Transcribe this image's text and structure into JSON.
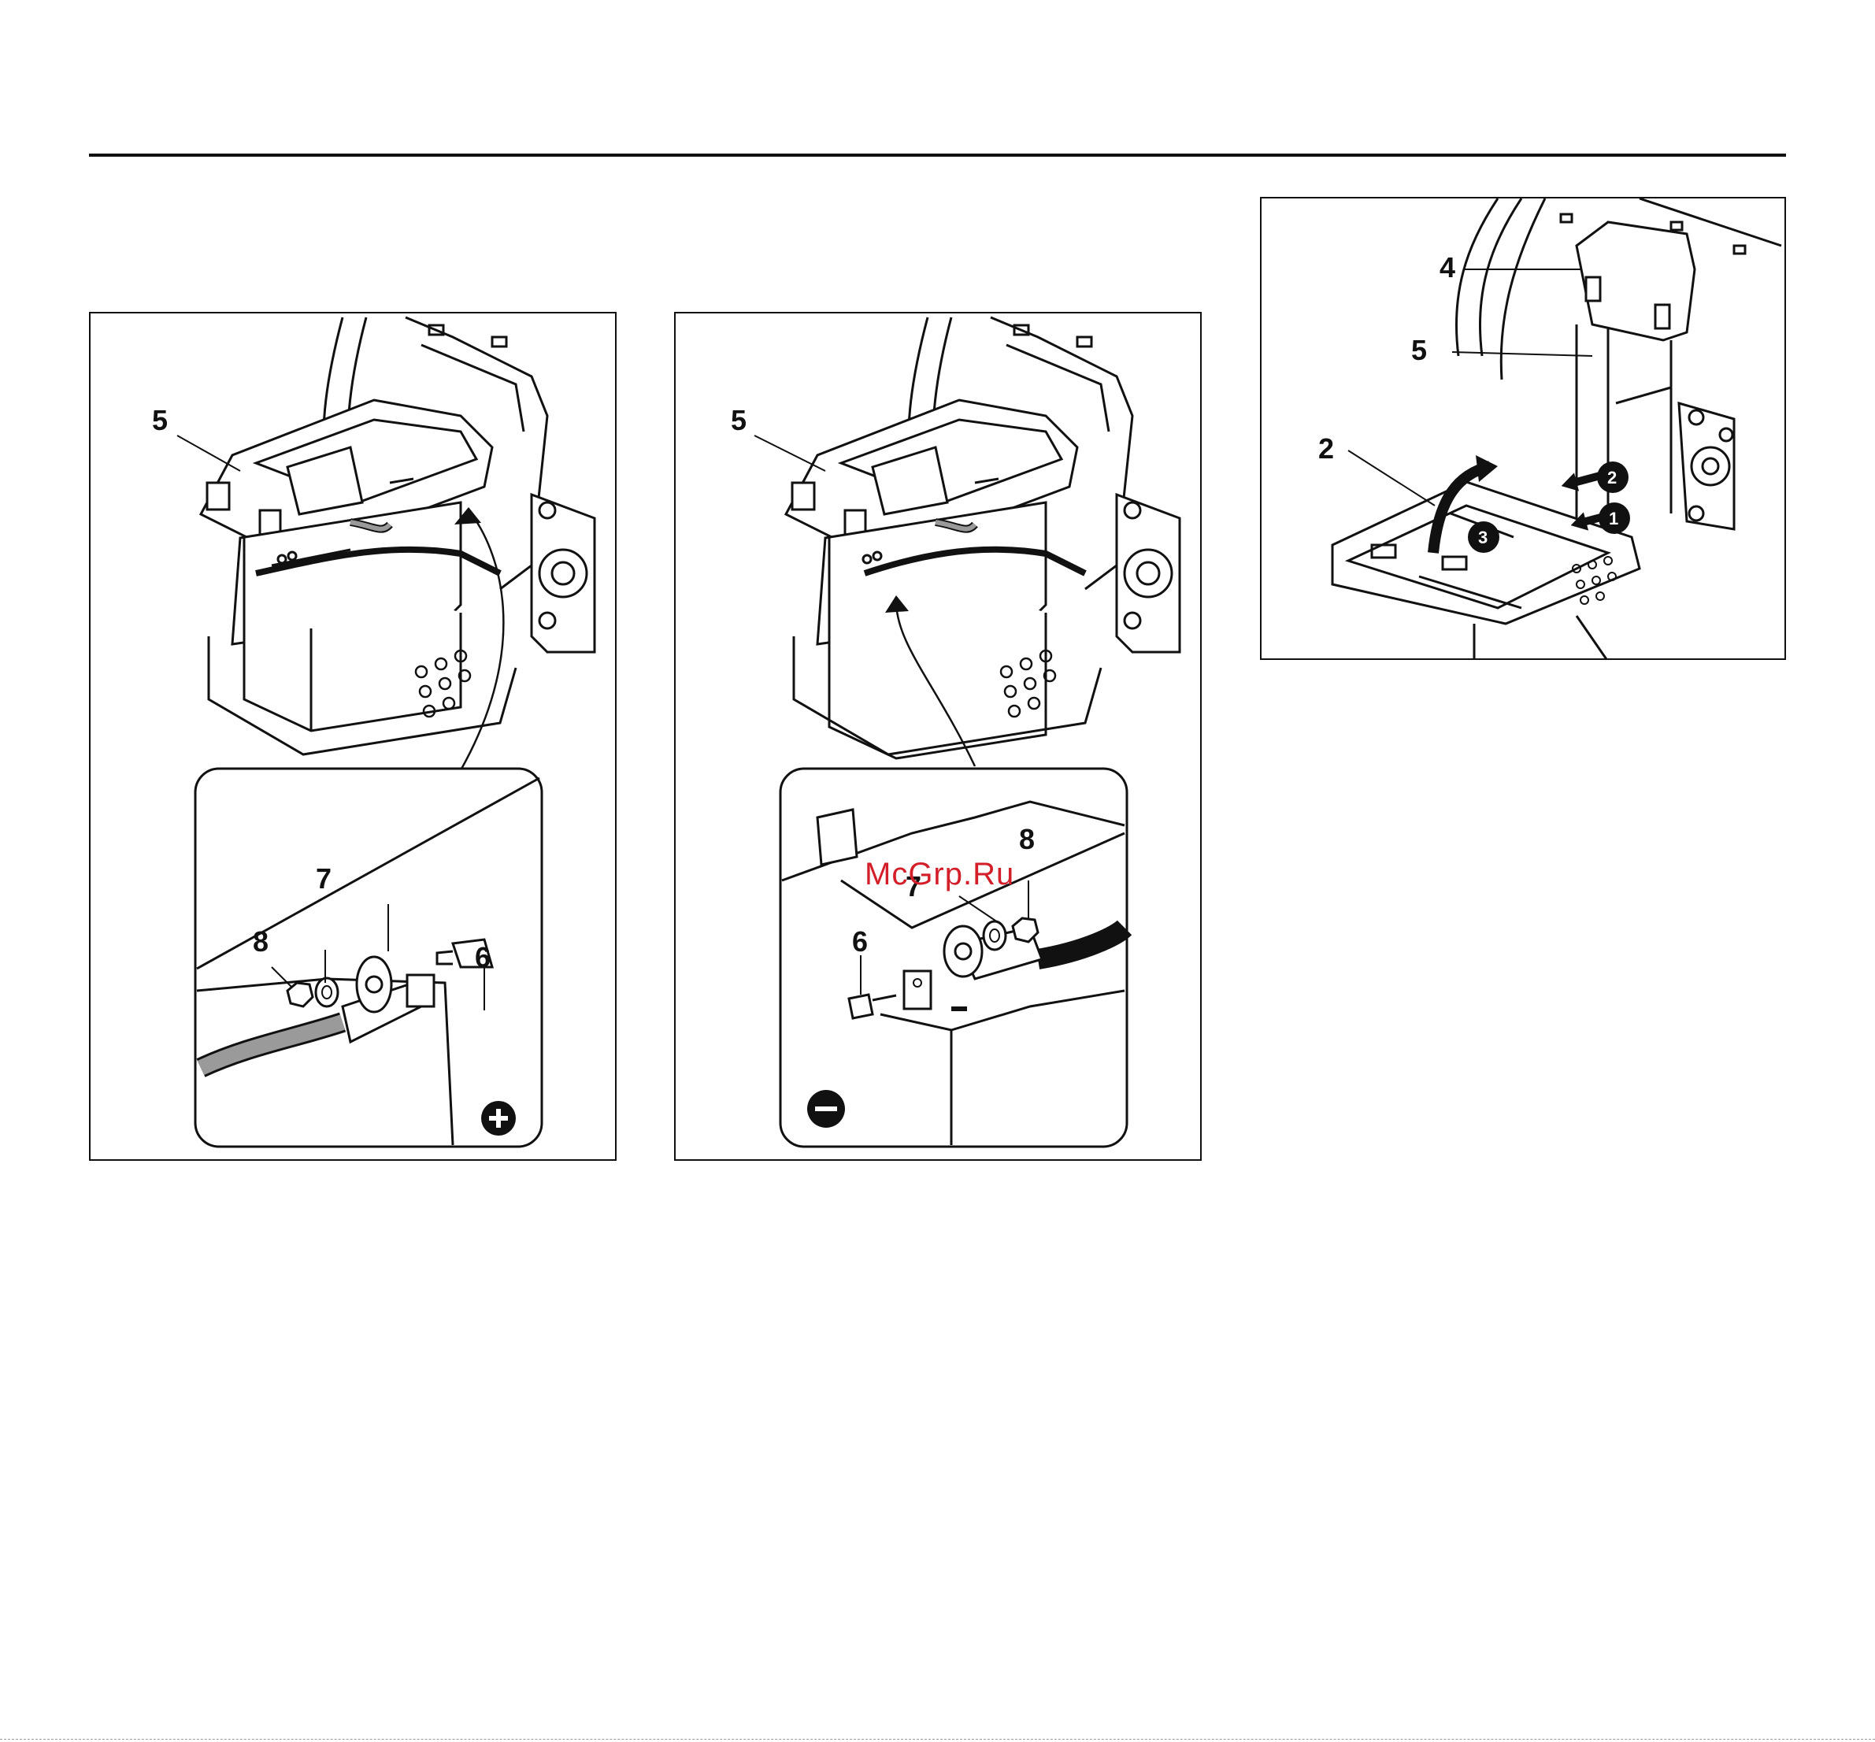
{
  "figures": {
    "plus": {
      "callouts": {
        "cover": "5",
        "washer": "7",
        "nut": "8",
        "bolt": "6"
      },
      "polarity": "plus"
    },
    "minus": {
      "callouts": {
        "cover": "5",
        "washer": "7",
        "nut": "8",
        "bolt": "6"
      },
      "polarity": "minus"
    },
    "install": {
      "callouts": {
        "tray": "2",
        "clip": "4",
        "cover": "5"
      },
      "steps": [
        "1",
        "2",
        "3"
      ]
    }
  },
  "watermark": "McGrp.Ru",
  "colors": {
    "ink": "#111111",
    "cable_gray": "#9a9a9a",
    "watermark": "#d21f2a"
  }
}
